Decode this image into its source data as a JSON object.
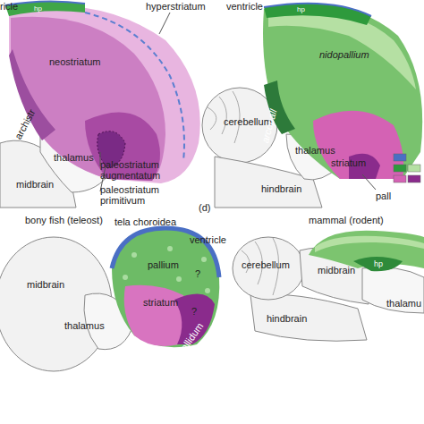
{
  "diagram": {
    "labels": [
      "ricle",
      "hp",
      "hyperstriatum",
      "ventricle",
      "hp",
      "neostriatum",
      "nidopallium",
      "archistr",
      "cerebellum",
      "arcopall",
      "thalamus",
      "thalamus",
      "striatum",
      "midbrain",
      "paleostriatum augmentatum",
      "hindbrain",
      "pall",
      "paleostriatum primitivum",
      "(d)",
      "bony fish (teleost)",
      "mammal (rodent)",
      "tela choroidea",
      "ventricle",
      "pallium",
      "?",
      "cerebellum",
      "midbrain",
      "hp",
      "midbrain",
      "striatum",
      "?",
      "pallidum",
      "thalamus",
      "hindbrain",
      "thalamu"
    ]
  }
}
